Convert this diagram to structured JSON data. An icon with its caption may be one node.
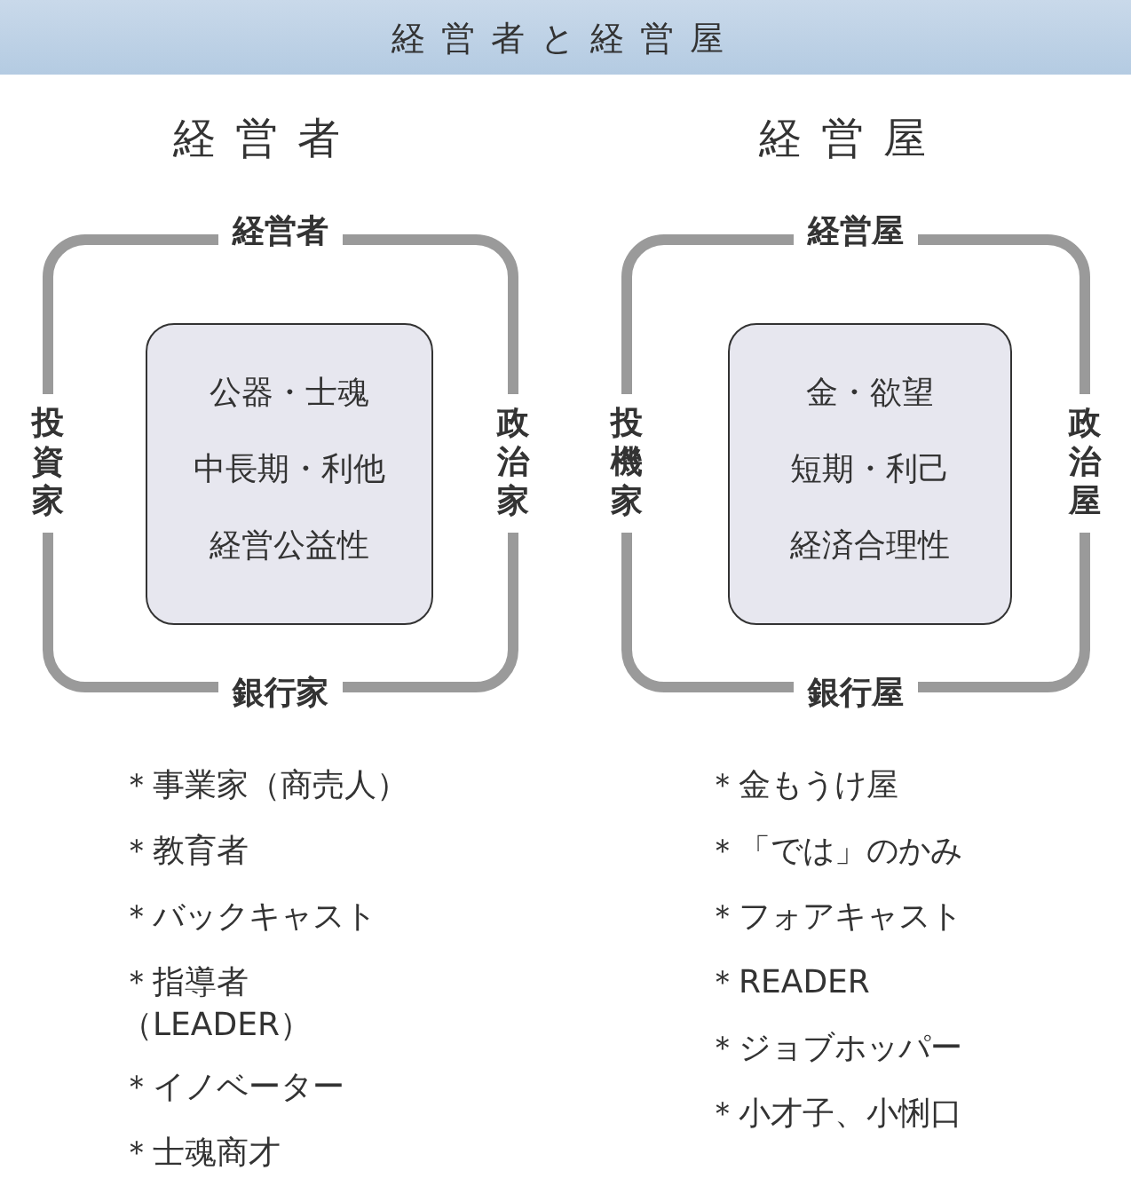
{
  "diagram": {
    "title": "経営者と経営屋",
    "nodes": [
      {
        "text": [
          "経営者",
          "投資家",
          "政治家",
          "銀行家"
        ]
      },
      {
        "text": [
          "公器・士魂",
          "中長期・利他",
          "経営公益性"
        ],
        "in": 0
      },
      {
        "text": [
          "経営屋",
          "投機家",
          "政治屋",
          "銀行屋"
        ]
      },
      {
        "text": [
          "金・欲望",
          "短期・利己",
          "経済合理性"
        ],
        "in": 2
      }
    ],
    "labels": [
      "経営者",
      "経営屋",
      "＊事業家（商売人）",
      "＊金もうけ屋",
      "＊教育者",
      "＊「では」のかみ",
      "＊バックキャスト",
      "＊フォアキャスト",
      "＊指導者（LEADER）",
      "＊READER",
      "＊イノベーター",
      "＊ジョブホッパー",
      "＊士魂商才",
      "＊小才子、小悧口"
    ]
  }
}
